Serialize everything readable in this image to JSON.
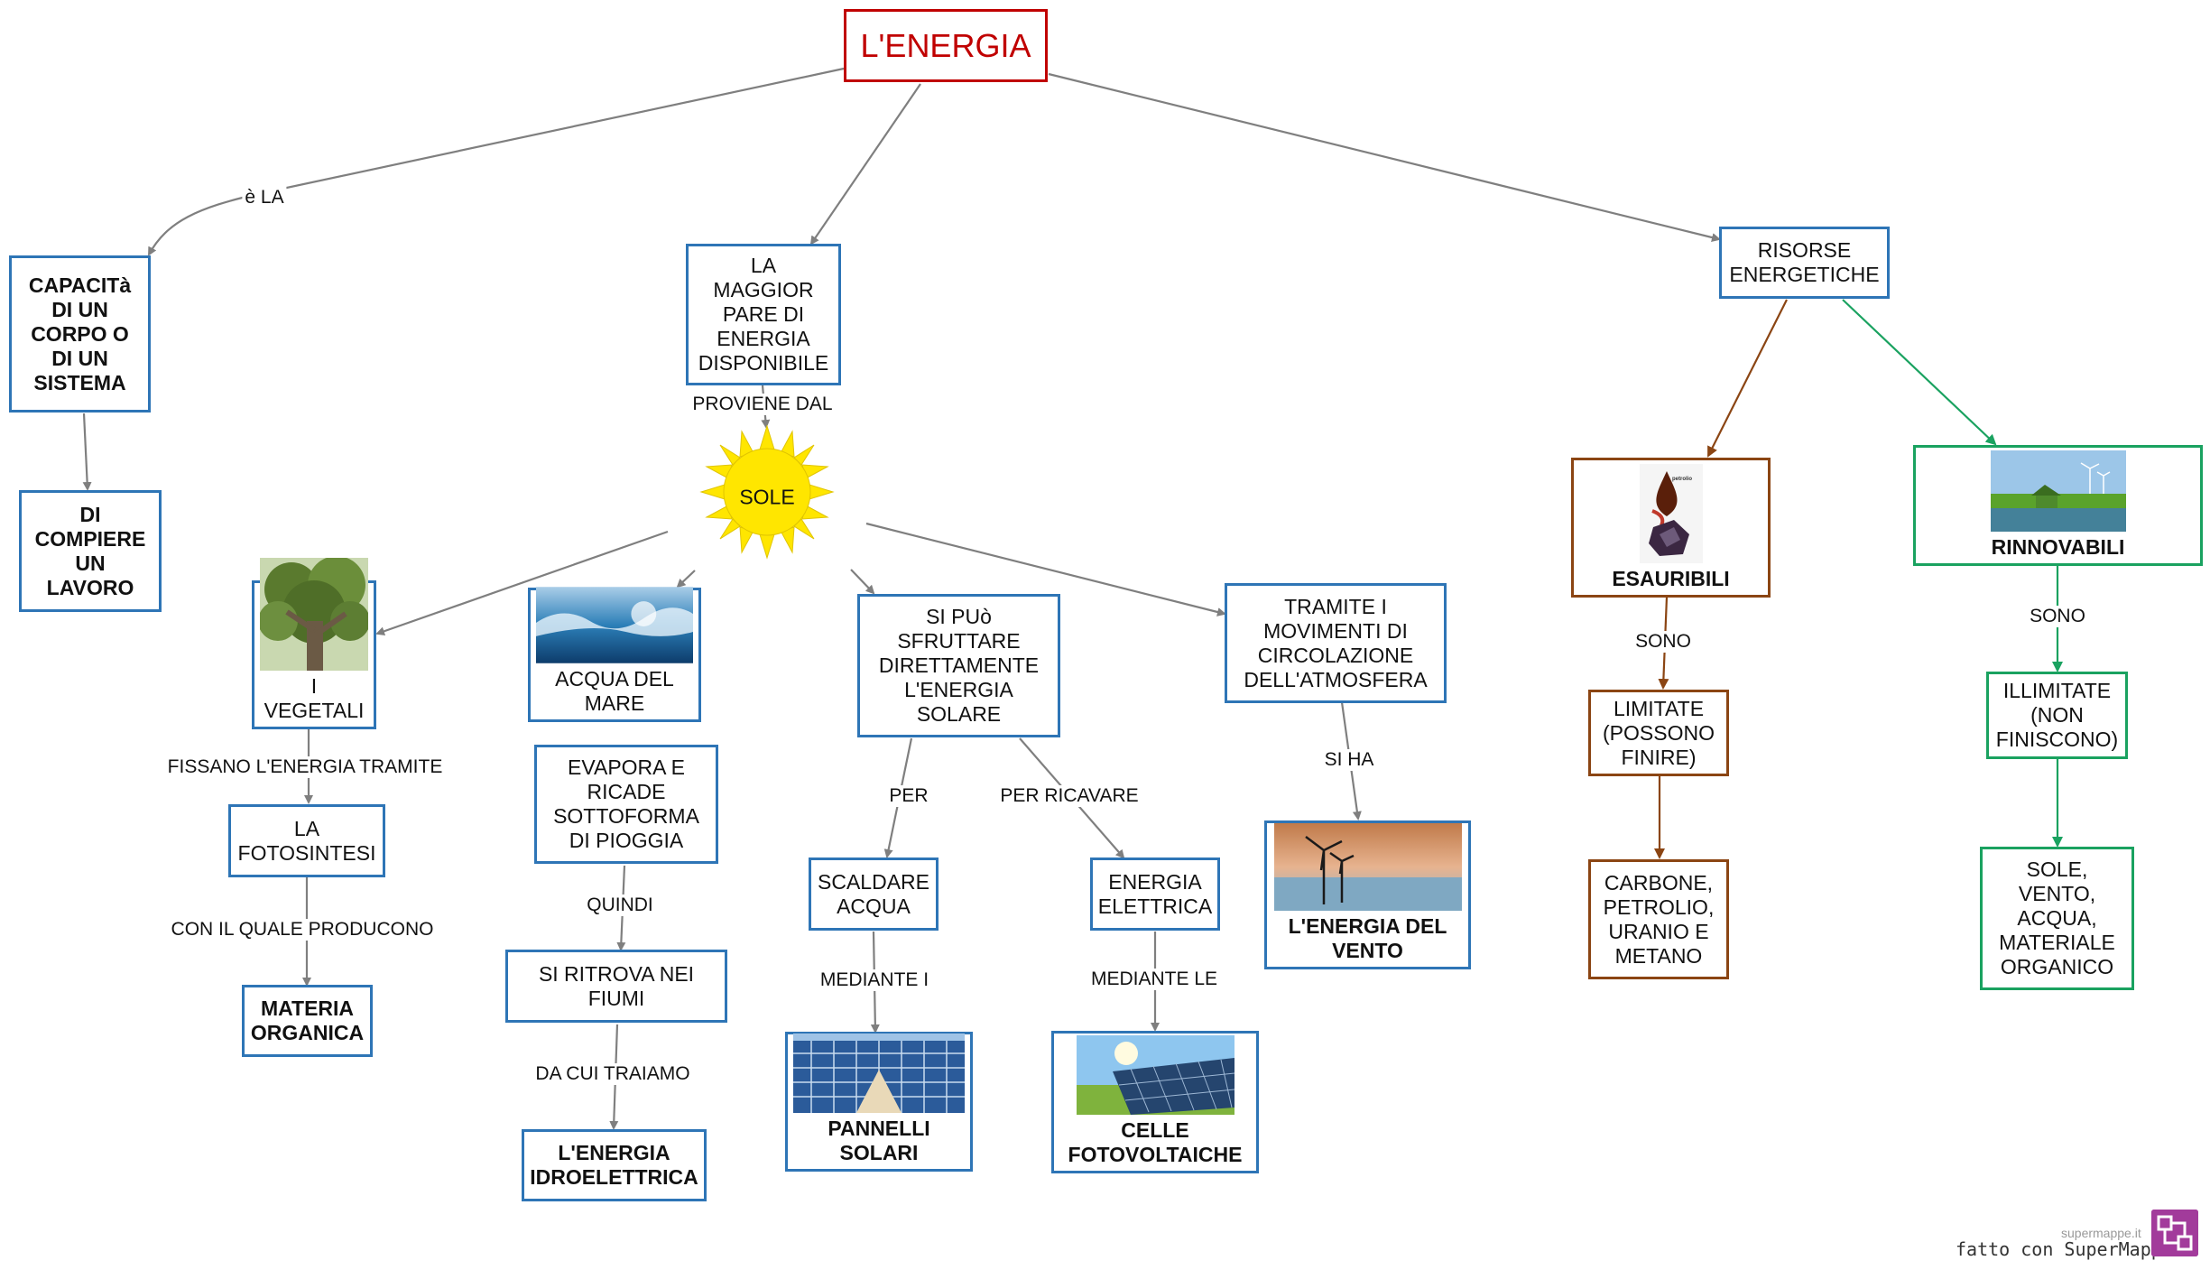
{
  "title": "L'ENERGIA",
  "colors": {
    "blue": "#2e75b6",
    "red": "#c00000",
    "brown": "#8b4513",
    "green": "#1aa260",
    "line": "#7f7f7f"
  },
  "nodes": {
    "energia": "L'ENERGIA",
    "capacita": "CAPACITà\nDI UN\nCORPO O\nDI UN\nSISTEMA",
    "compiere": "DI\nCOMPIERE\nUN\nLAVORO",
    "maggior": "LA\nMAGGIOR\nPARE DI\nENERGIA\nDISPONIBILE",
    "sole": "SOLE",
    "risorse": "RISORSE\nENERGETICHE",
    "vegetali": "I VEGETALI",
    "fotosintesi": "LA\nFOTOSINTESI",
    "materia": "MATERIA\nORGANICA",
    "acqua_mare": "ACQUA DEL\nMARE",
    "evapora": "EVAPORA E\nRICADE\nSOTTOFORMA\nDI PIOGGIA",
    "fiumi": "SI RITROVA NEI\nFIUMI",
    "idroelettrica": "L'ENERGIA\nIDROELETTRICA",
    "sfruttare": "SI PUò\nSFRUTTARE\nDIRETTAMENTE\nL'ENERGIA\nSOLARE",
    "scaldare": "SCALDARE\nACQUA",
    "pannelli": "PANNELLI\nSOLARI",
    "elettrica": "ENERGIA\nELETTRICA",
    "celle": "CELLE\nFOTOVOLTAICHE",
    "tramite": "TRAMITE I\nMOVIMENTI DI\nCIRCOLAZIONE\nDELL'ATMOSFERA",
    "vento": "L'ENERGIA  DEL\nVENTO",
    "esauribili": "ESAURIBILI",
    "limitate": "LIMITATE\n(POSSONO\nFINIRE)",
    "carbone": "CARBONE,\nPETROLIO,\nURANIO E\nMETANO",
    "rinnovabili": "RINNOVABILI",
    "illimitate": "ILLIMITATE\n(NON\nFINISCONO)",
    "sole_vento": "SOLE,\nVENTO,\nACQUA,\nMATERIALE\nORGANICO"
  },
  "links": {
    "e_la": "è LA",
    "proviene": "PROVIENE DAL",
    "fissano": "FISSANO L'ENERGIA TRAMITE",
    "con_il_quale": "CON IL QUALE PRODUCONO",
    "quindi": "QUINDI",
    "da_cui": "DA CUI TRAIAMO",
    "per": "PER",
    "per_ricavare": "PER RICAVARE",
    "mediante_i": "MEDIANTE I",
    "mediante_le": "MEDIANTE LE",
    "si_ha": "SI HA",
    "sono_1": "SONO",
    "sono_2": "SONO"
  },
  "images": {
    "vegetali": "tree-image",
    "acqua_mare": "wave-image",
    "vento": "wind-turbine-image",
    "esauribili": "oil-coal-image",
    "rinnovabili": "green-house-image",
    "pannelli": "solar-field-image",
    "celle": "solar-cell-image"
  },
  "branding": {
    "small": "supermappe.it",
    "main": "fatto con SuperMappe"
  }
}
